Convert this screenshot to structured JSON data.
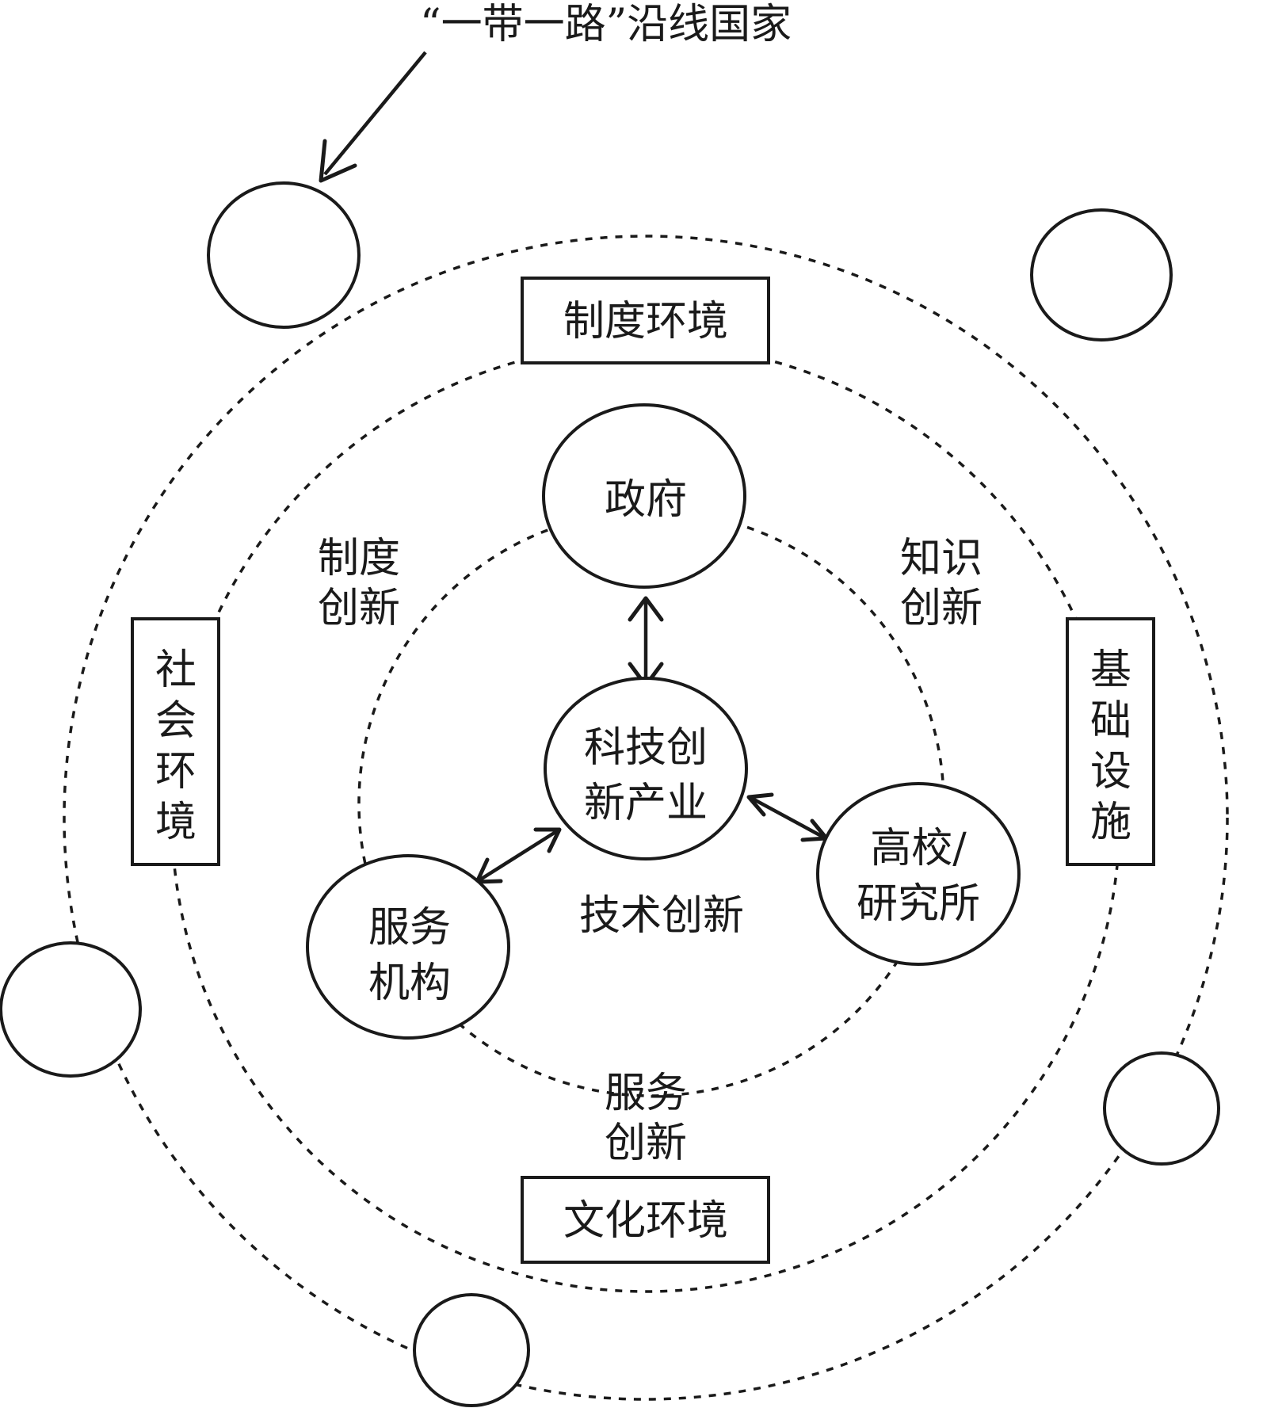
{
  "title_label": "“一带一路”沿线国家",
  "environments": {
    "top": "制度环境",
    "bottom": "文化环境",
    "left": [
      "社",
      "会",
      "环",
      "境"
    ],
    "right": [
      "基",
      "础",
      "设",
      "施"
    ]
  },
  "nodes": {
    "government": "政府",
    "industry": [
      "科技创",
      "新产业"
    ],
    "university": [
      "高校/",
      "研究所"
    ],
    "service": [
      "服务",
      "机构"
    ]
  },
  "innovations": {
    "institutional": [
      "制度",
      "创新"
    ],
    "knowledge": [
      "知识",
      "创新"
    ],
    "technology": "技术创新",
    "service": [
      "服务",
      "创新"
    ]
  },
  "colors": {
    "stroke": "#1a1a1a",
    "background": "#ffffff"
  }
}
